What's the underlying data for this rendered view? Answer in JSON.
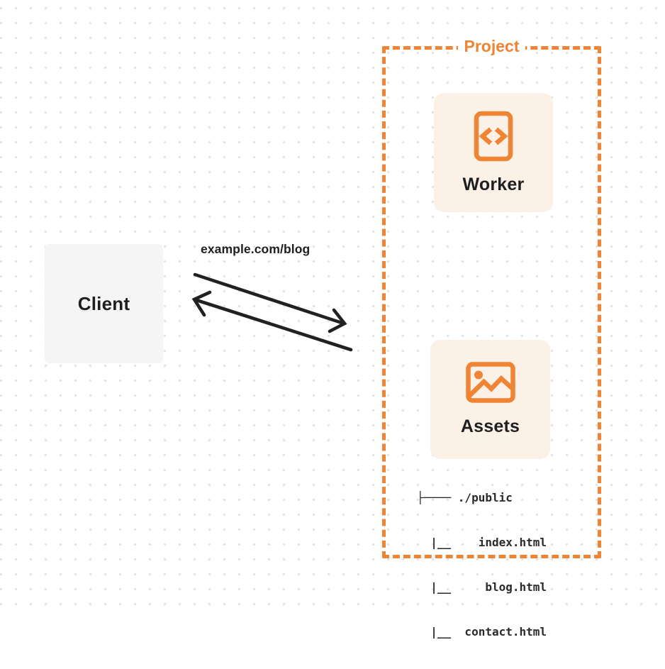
{
  "diagram": {
    "client": {
      "label": "Client"
    },
    "request": {
      "label": "example.com/blog"
    },
    "project": {
      "label": "Project",
      "nodes": [
        {
          "id": "worker",
          "label": "Worker",
          "icon": "code-document-icon"
        },
        {
          "id": "assets",
          "label": "Assets",
          "icon": "image-icon"
        }
      ],
      "file_tree": [
        "├──── ./public",
        "  |__    index.html",
        "  |__     blog.html",
        "  |__  contact.html"
      ]
    },
    "colors": {
      "accent_orange": "#EE8434",
      "card_background": "#FCF1E7",
      "client_background": "#F5F5F6",
      "arrow_black": "#212121",
      "text_dark": "#1D1F20",
      "dot_grid": "#E3E3E5"
    }
  }
}
